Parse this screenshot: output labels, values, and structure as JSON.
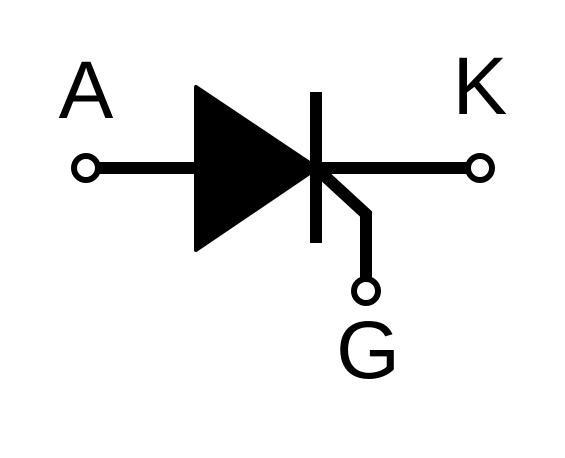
{
  "diagram": {
    "labels": {
      "anode": "A",
      "cathode": "K",
      "gate": "G"
    },
    "colors": {
      "stroke": "#000000",
      "background": "#ffffff"
    }
  }
}
